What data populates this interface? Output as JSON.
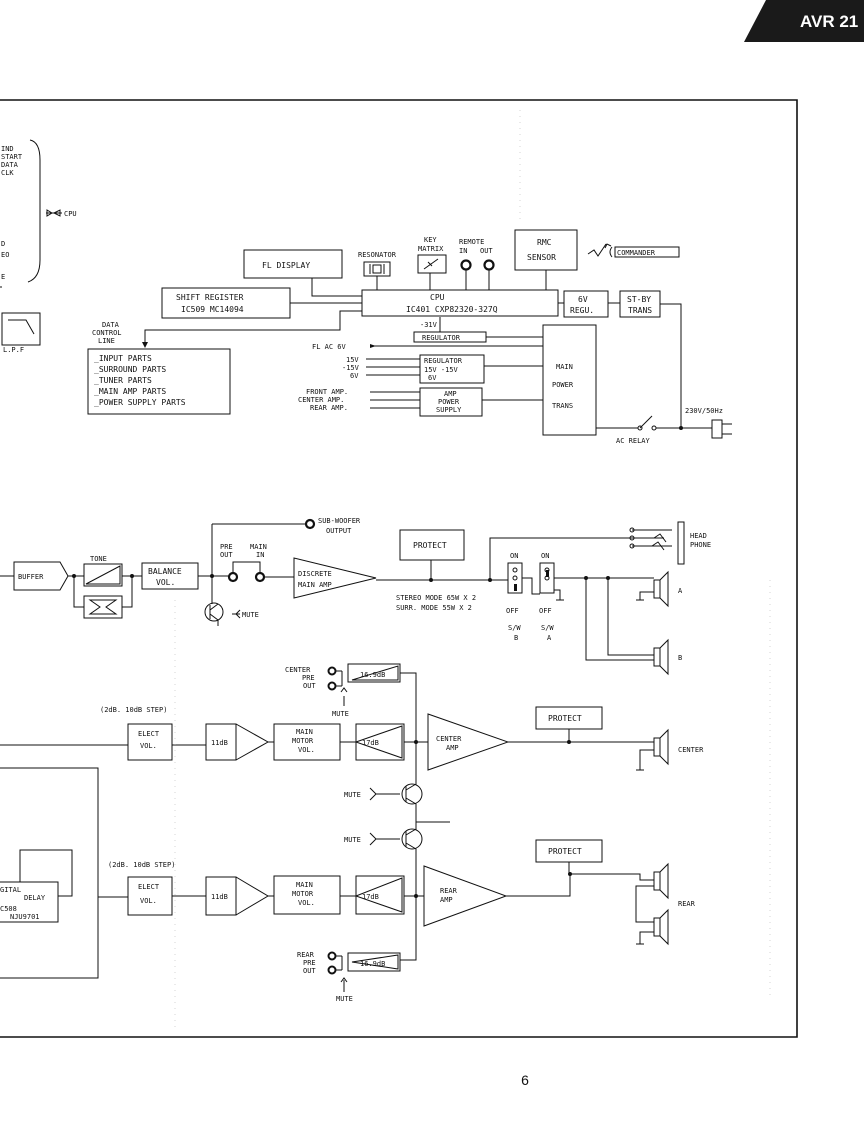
{
  "header": {
    "model": "AVR 21"
  },
  "page_number": "6",
  "left_cut": {
    "signals": [
      "IND",
      "START",
      "DATA",
      "CLK"
    ],
    "partial_lines": [
      "D",
      "EO",
      "E"
    ],
    "cpu_arrow": "CPU",
    "lpf": "L.P.F",
    "digital_delay": [
      "GITAL",
      "DELAY",
      "C508",
      "NJU9701"
    ]
  },
  "control": {
    "fl_display": "FL   DISPLAY",
    "resonator": "RESONATOR",
    "key_matrix": [
      "KEY",
      "MATRIX"
    ],
    "remote": [
      "REMOTE",
      "IN",
      "OUT"
    ],
    "rmc_sensor": [
      "RMC",
      "SENSOR"
    ],
    "commander": "COMMANDER",
    "shift_register": [
      "SHIFT   REGISTER",
      "IC509  MC14094"
    ],
    "cpu": [
      "CPU",
      "IC401   CXP82320-327Q"
    ],
    "regu_6v": [
      "6V",
      "REGU."
    ],
    "standby_trans": [
      "ST-BY",
      "TRANS"
    ],
    "data_control_line": [
      "DATA",
      "CONTROL",
      "LINE"
    ],
    "parts": [
      "_INPUT PARTS",
      "_SURROUND PARTS",
      "_TUNER PARTS",
      "_MAIN AMP PARTS",
      "_POWER SUPPLY PARTS"
    ],
    "minus31v": "-31V",
    "regulator1": "REGULATOR",
    "fl_ac": "FL AC 6V",
    "rails": [
      "15V",
      "-15V",
      "6V"
    ],
    "regulator2": [
      "REGULATOR",
      "15V   -15V",
      "6V"
    ],
    "amp_feeds": [
      "FRONT AMP.",
      "CENTER AMP.",
      "REAR AMP."
    ],
    "amp_power_supply": [
      "AMP",
      "POWER",
      "SUPPLY"
    ],
    "main_power_trans": [
      "MAIN",
      "POWER",
      "TRANS"
    ],
    "ac_relay": "AC  RELAY",
    "mains": "230V/50Hz"
  },
  "front_channel": {
    "buffer": "BUFFER",
    "tone": "TONE",
    "balance_vol": [
      "BALANCE",
      "VOL."
    ],
    "pre_main": [
      "PRE",
      "MAIN",
      "OUT",
      "IN"
    ],
    "mute": "MUTE",
    "subwoofer": [
      "SUB-WOOFER",
      "OUTPUT"
    ],
    "discrete_amp": [
      "DISCRETE",
      "MAIN AMP"
    ],
    "protect": "PROTECT",
    "modes": [
      "STEREO MODE  65W X 2",
      "SURR.  MODE  55W X 2"
    ],
    "switches": {
      "on": "ON",
      "off": "OFF",
      "sw_b": [
        "S/W",
        "B"
      ],
      "sw_a": [
        "S/W",
        "A"
      ]
    },
    "headphone": [
      "HEAD",
      "PHONE"
    ],
    "speaker_a": "A",
    "speaker_b": "B"
  },
  "center_channel": {
    "pre_out": [
      "CENTER",
      "PRE",
      "OUT"
    ],
    "gain_pre": "16.9dB",
    "mute": "MUTE",
    "step": "(2dB. 10dB STEP)",
    "elect_vol": [
      "ELECT",
      "VOL."
    ],
    "gain_11": "11dB",
    "main_motor_vol": [
      "MAIN",
      "MOTOR",
      "VOL."
    ],
    "gain_17": "17dB",
    "amp": [
      "CENTER",
      "AMP"
    ],
    "protect": "PROTECT",
    "speaker": "CENTER"
  },
  "mute_labels": [
    "MUTE",
    "MUTE"
  ],
  "rear_channel": {
    "step": "(2dB. 10dB STEP)",
    "elect_vol": [
      "ELECT",
      "VOL."
    ],
    "gain_11": "11dB",
    "main_motor_vol": [
      "MAIN",
      "MOTOR",
      "VOL."
    ],
    "gain_17": "17dB",
    "amp": [
      "REAR",
      "AMP"
    ],
    "protect": "PROTECT",
    "speaker": "REAR",
    "pre_out": [
      "REAR",
      "PRE",
      "OUT"
    ],
    "gain_pre": "16.9dB",
    "mute": "MUTE"
  }
}
